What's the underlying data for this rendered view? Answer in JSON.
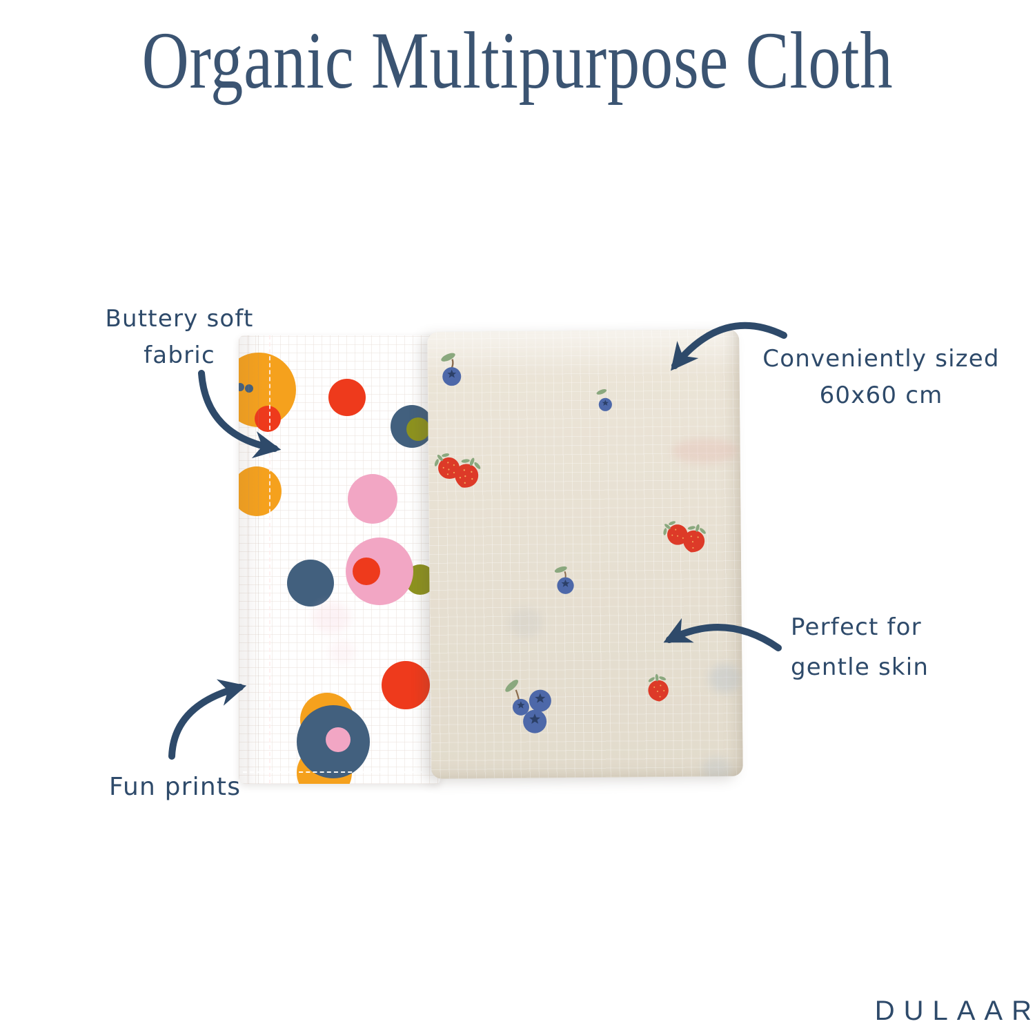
{
  "title": "Organic Multipurpose Cloth",
  "brand": "DULAAR",
  "annotations": {
    "soft": {
      "line1": "Buttery soft",
      "line2": "fabric"
    },
    "sized": {
      "line1": "Conveniently sized",
      "line2": "60x60 cm"
    },
    "skin": {
      "line1": "Perfect for",
      "line2": "gentle skin"
    },
    "prints": {
      "line1": "Fun prints"
    }
  },
  "product": {
    "cloths": [
      {
        "name": "white muslin cloth",
        "pattern": "multicolor dots"
      },
      {
        "name": "beige muslin cloth",
        "pattern": "strawberries and blueberries"
      }
    ]
  },
  "colors": {
    "navy": "#2e4a6a",
    "title_navy": "#3b5472",
    "orange": "#f5a11d",
    "red": "#ee3a1c",
    "pink": "#f2a6c4",
    "navy_dot": "#42607e",
    "olive": "#8d921f",
    "beige": "#e8e1d4",
    "blueberry": "#4d68a9",
    "blueberry_star": "#2c4068",
    "strawberry": "#dd3a28",
    "leaf_green": "#8aa87e",
    "stem_brown": "#8a6b4e"
  }
}
